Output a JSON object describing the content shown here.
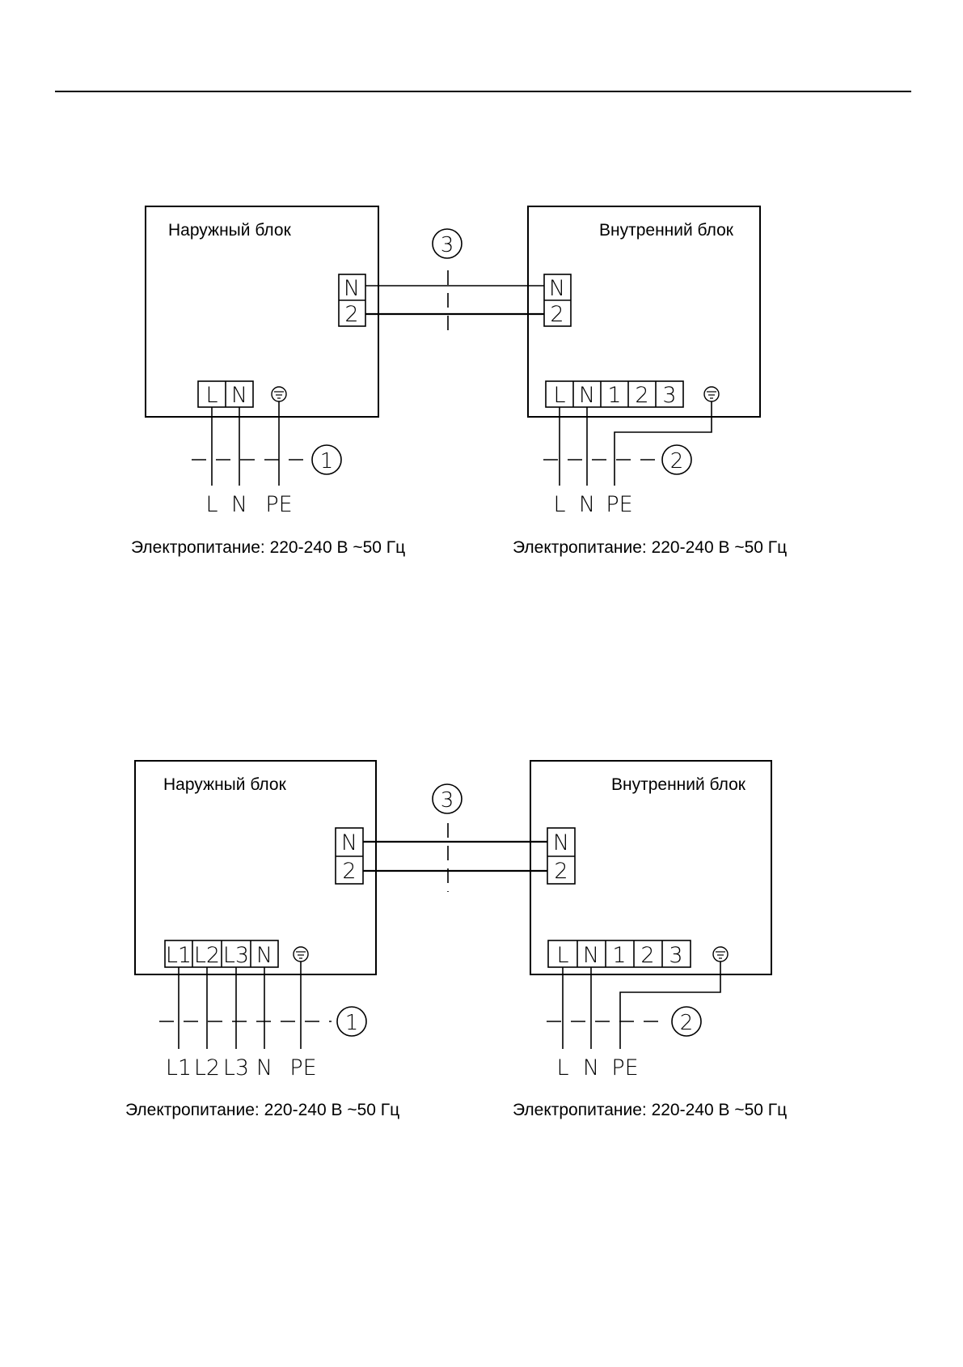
{
  "colors": {
    "ink": "#000000",
    "background": "#ffffff"
  },
  "diagrams": [
    {
      "outdoor": {
        "title": "Наружный блок",
        "link_terminals": [
          "N",
          "2"
        ],
        "power_terminals": [
          "L",
          "N"
        ],
        "earth_symbol": "earth-icon",
        "wire_labels": [
          "L",
          "N",
          "PE"
        ],
        "cable_marker": "1",
        "caption": "Электропитание: 220-240 В ~50 Гц"
      },
      "indoor": {
        "title": "Внутренний блок",
        "link_terminals": [
          "N",
          "2"
        ],
        "power_terminals": [
          "L",
          "N",
          "1",
          "2",
          "3"
        ],
        "earth_symbol": "earth-icon",
        "wire_labels": [
          "L",
          "N",
          "PE"
        ],
        "cable_marker": "2",
        "caption": "Электропитание: 220-240 В ~50 Гц"
      },
      "link_marker": "3"
    },
    {
      "outdoor": {
        "title": "Наружный блок",
        "link_terminals": [
          "N",
          "2"
        ],
        "power_terminals": [
          "L1",
          "L2",
          "L3",
          "N"
        ],
        "earth_symbol": "earth-icon",
        "wire_labels": [
          "L1",
          "L2",
          "L3",
          "N",
          "PE"
        ],
        "cable_marker": "1",
        "caption": "Электропитание: 220-240 В ~50 Гц"
      },
      "indoor": {
        "title": "Внутренний блок",
        "link_terminals": [
          "N",
          "2"
        ],
        "power_terminals": [
          "L",
          "N",
          "1",
          "2",
          "3"
        ],
        "earth_symbol": "earth-icon",
        "wire_labels": [
          "L",
          "N",
          "PE"
        ],
        "cable_marker": "2",
        "caption": "Электропитание: 220-240 В ~50 Гц"
      },
      "link_marker": "3"
    }
  ]
}
